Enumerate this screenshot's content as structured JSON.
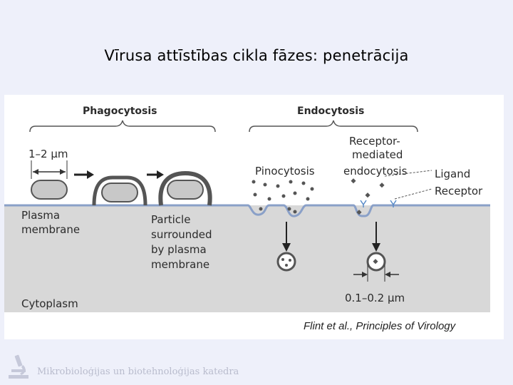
{
  "slide": {
    "title": "Vīrusa attīstības cikla fāzes: penetrācija",
    "footer": "Mikrobioloģijas un biotehnoloģijas katedra"
  },
  "figure": {
    "headers": {
      "phagocytosis": "Phagocytosis",
      "endocytosis": "Endocytosis"
    },
    "size_label_top": "1–2 µm",
    "pinocytosis": "Pinocytosis",
    "receptor_mediated": [
      "Receptor-",
      "mediated",
      "endocytosis"
    ],
    "ligand": "Ligand",
    "receptor": "Receptor",
    "plasma_membrane": [
      "Plasma",
      "membrane"
    ],
    "particle_caption": [
      "Particle",
      "surrounded",
      "by plasma",
      "membrane"
    ],
    "cytoplasm": "Cytoplasm",
    "size_label_bottom": "0.1–0.2 µm",
    "credit": "Flint et al., Principles of Virology"
  },
  "colors": {
    "background": "#eef0fa",
    "cytoplasm": "#d8d8d8",
    "membrane": "#8aa0c8",
    "particle": "#c8c8c8"
  }
}
